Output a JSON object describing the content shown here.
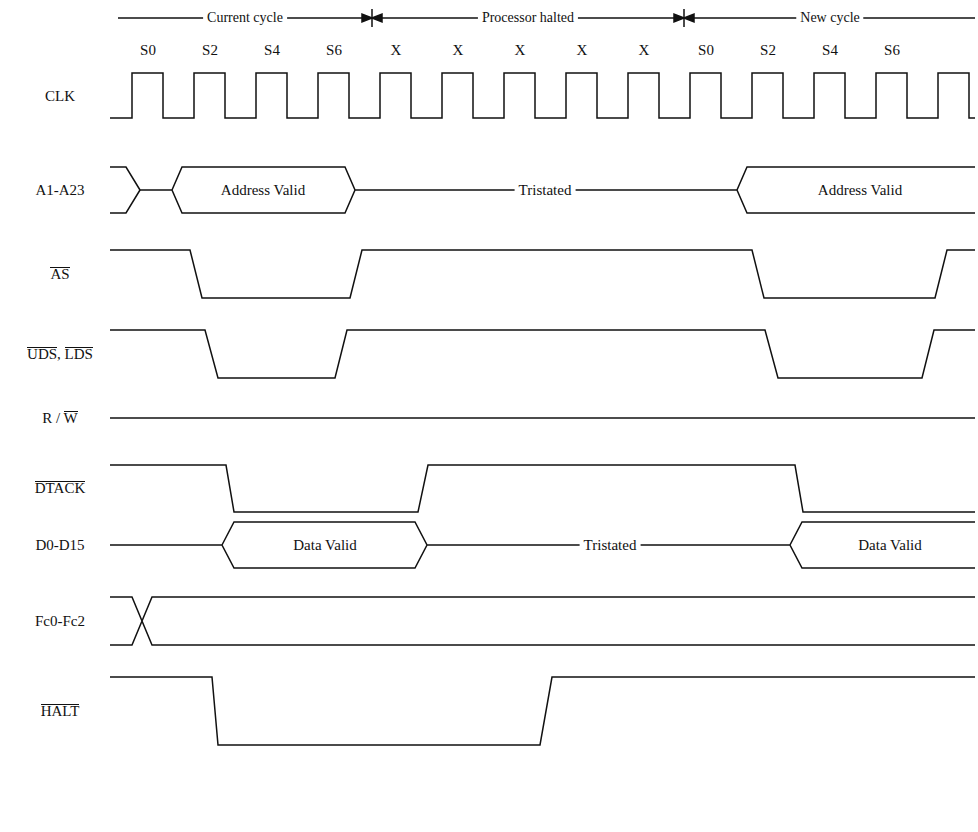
{
  "diagram": {
    "labels": [
      "Current cycle",
      "Processor halted",
      "New cycle",
      "S0",
      "S2",
      "S4",
      "S6",
      "X",
      "X",
      "X",
      "X",
      "X",
      "S0",
      "S2",
      "S4",
      "S6",
      "CLK",
      "A1-A23",
      "Address Valid",
      "Tristated",
      "Address Valid",
      "AS",
      "UDS, LDS",
      "R / W",
      "DTACK",
      "D0-D15",
      "Data Valid",
      "Tristated",
      "Data Valid",
      "Fc0-Fc2",
      "HALT"
    ]
  }
}
